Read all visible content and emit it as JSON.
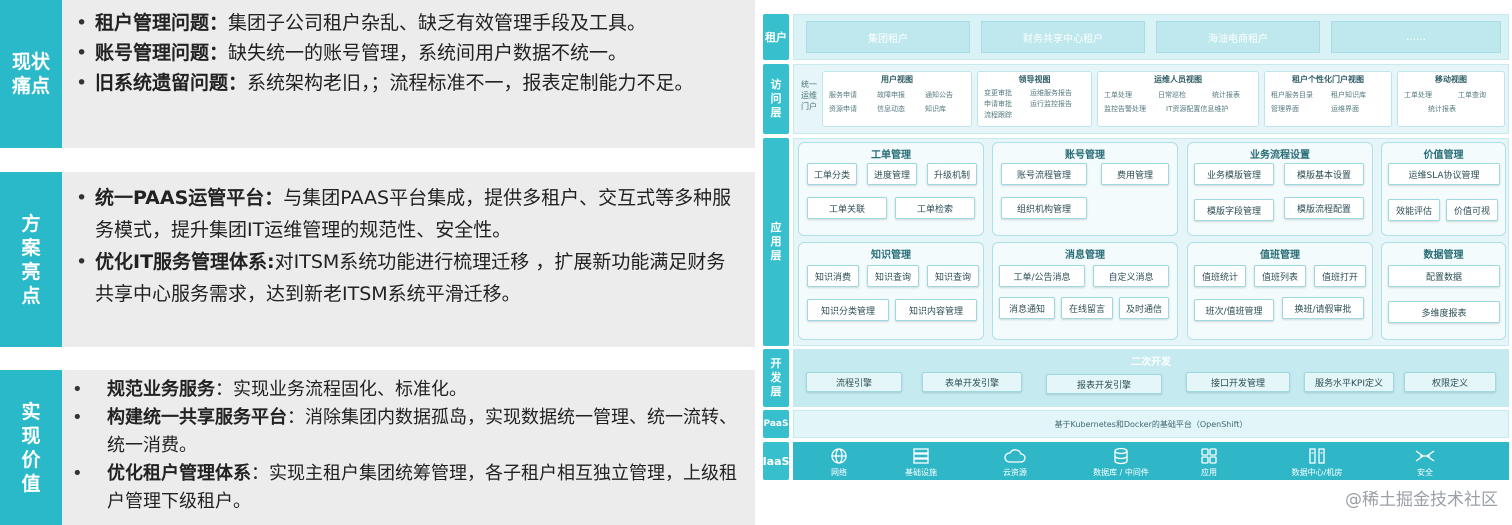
{
  "left": {
    "sections": [
      {
        "label": [
          "现状",
          "痛点"
        ],
        "items": [
          {
            "bold": "租户管理问题：",
            "text": "集团子公司租户杂乱、缺乏有效管理手段及工具。"
          },
          {
            "bold": "账号管理问题：",
            "text": "缺失统一的账号管理，系统间用户数据不统一。"
          },
          {
            "bold": "旧系统遗留问题：",
            "text": "系统架构老旧，；流程标准不一，报表定制能力不足。"
          }
        ]
      },
      {
        "label": [
          "方",
          "案",
          "亮",
          "点"
        ],
        "items": [
          {
            "bold": "统一PAAS运管平台：",
            "text": "与集团PAAS平台集成，提供多租户、交互式等多种服务模式，提升集团IT运维管理的规范性、安全性。"
          },
          {
            "bold": "优化IT服务管理体系:",
            "text": "对ITSM系统功能进行梳理迁移 ，扩展新功能满足财务共享中心服务需求，达到新老ITSM系统平滑迁移。"
          }
        ]
      },
      {
        "label": [
          "实",
          "现",
          "价",
          "值"
        ],
        "items": [
          {
            "bold": "规范业务服务",
            "text": "：实现业务流程固化、标准化。"
          },
          {
            "bold": "构建统一共享服务平台",
            "text": "：消除集团内数据孤岛，实现数据统一管理、统一流转、统一消费。"
          },
          {
            "bold": "优化租户管理体系",
            "text": "：实现主租户集团统筹管理，各子租户相互独立管理，上级租户管理下级租户。"
          }
        ]
      }
    ]
  },
  "diagram": {
    "layers": {
      "tenant": "租户",
      "access": "访问层",
      "app": "应用层",
      "dev": "开发层",
      "paas": "PaaS",
      "iaas": "IaaS"
    },
    "tenants": [
      "集团租户",
      "财务共享中心租户",
      "海油电商租户",
      "……"
    ],
    "access": {
      "portal": "统一运维门户",
      "views": [
        {
          "title": "用户视图",
          "items": [
            "服务申请",
            "故障申报",
            "通知公告",
            "资源申请",
            "信息动态",
            "知识库"
          ]
        },
        {
          "title": "领导视图",
          "items": [
            "变更审批",
            "运维服务报告",
            "申请审批",
            "运行监控报告",
            "流程跟踪",
            ""
          ]
        },
        {
          "title": "运维人员视图",
          "items": [
            "工单处理",
            "日常巡检",
            "统计报表",
            "监控告警处理",
            "IT资源配置信息维护",
            ""
          ]
        },
        {
          "title": "租户个性化门户视图",
          "items": [
            "租户服务目录",
            "租户知识库",
            "",
            "管理界面",
            "运维界面",
            ""
          ]
        },
        {
          "title": "移动视图",
          "items": [
            "工单处理",
            "工单查询",
            "",
            "统计报表",
            "",
            ""
          ]
        }
      ]
    },
    "app_groups": [
      {
        "title": "工单管理",
        "chips": [
          "工单分类",
          "进度管理",
          "升级机制",
          "工单关联",
          "工单检索"
        ]
      },
      {
        "title": "账号管理",
        "chips": [
          "账号流程管理",
          "费用管理",
          "组织机构管理"
        ]
      },
      {
        "title": "业务流程设置",
        "chips": [
          "业务模版管理",
          "模版基本设置",
          "模版字段管理",
          "模版流程配置"
        ]
      },
      {
        "title": "价值管理",
        "chips": [
          "运维SLA协议管理",
          "效能评估",
          "价值可视"
        ]
      },
      {
        "title": "知识管理",
        "chips": [
          "知识消费",
          "知识查询",
          "知识查询",
          "知识分类管理",
          "知识内容管理"
        ]
      },
      {
        "title": "消息管理",
        "chips": [
          "工单/公告消息",
          "自定义消息",
          "消息通知",
          "在线留言",
          "及时通信"
        ]
      },
      {
        "title": "值班管理",
        "chips": [
          "值班统计",
          "值班列表",
          "值班打开",
          "班次/值班管理",
          "换班/请假审批"
        ]
      },
      {
        "title": "数据管理",
        "chips": [
          "配置数据",
          "多维度报表"
        ]
      }
    ],
    "dev": {
      "title": "二次开发",
      "chips": [
        "流程引擎",
        "表单开发引擎",
        "报表开发引擎",
        "接口开发管理",
        "服务水平KPI定义",
        "权限定义"
      ]
    },
    "paas_text": "基于Kubernetes和Docker的基础平台（OpenShift）",
    "iaas": [
      {
        "icon": "globe-icon",
        "label": "网络"
      },
      {
        "icon": "server-icon",
        "label": "基础设施"
      },
      {
        "icon": "cloud-icon",
        "label": "云资源"
      },
      {
        "icon": "database-icon",
        "label": "数据库 / 中间件"
      },
      {
        "icon": "apps-icon",
        "label": "应用"
      },
      {
        "icon": "datacenter-icon",
        "label": "数据中心/机房"
      },
      {
        "icon": "shield-icon",
        "label": "安全"
      }
    ]
  },
  "watermark": "@稀土掘金技术社区"
}
